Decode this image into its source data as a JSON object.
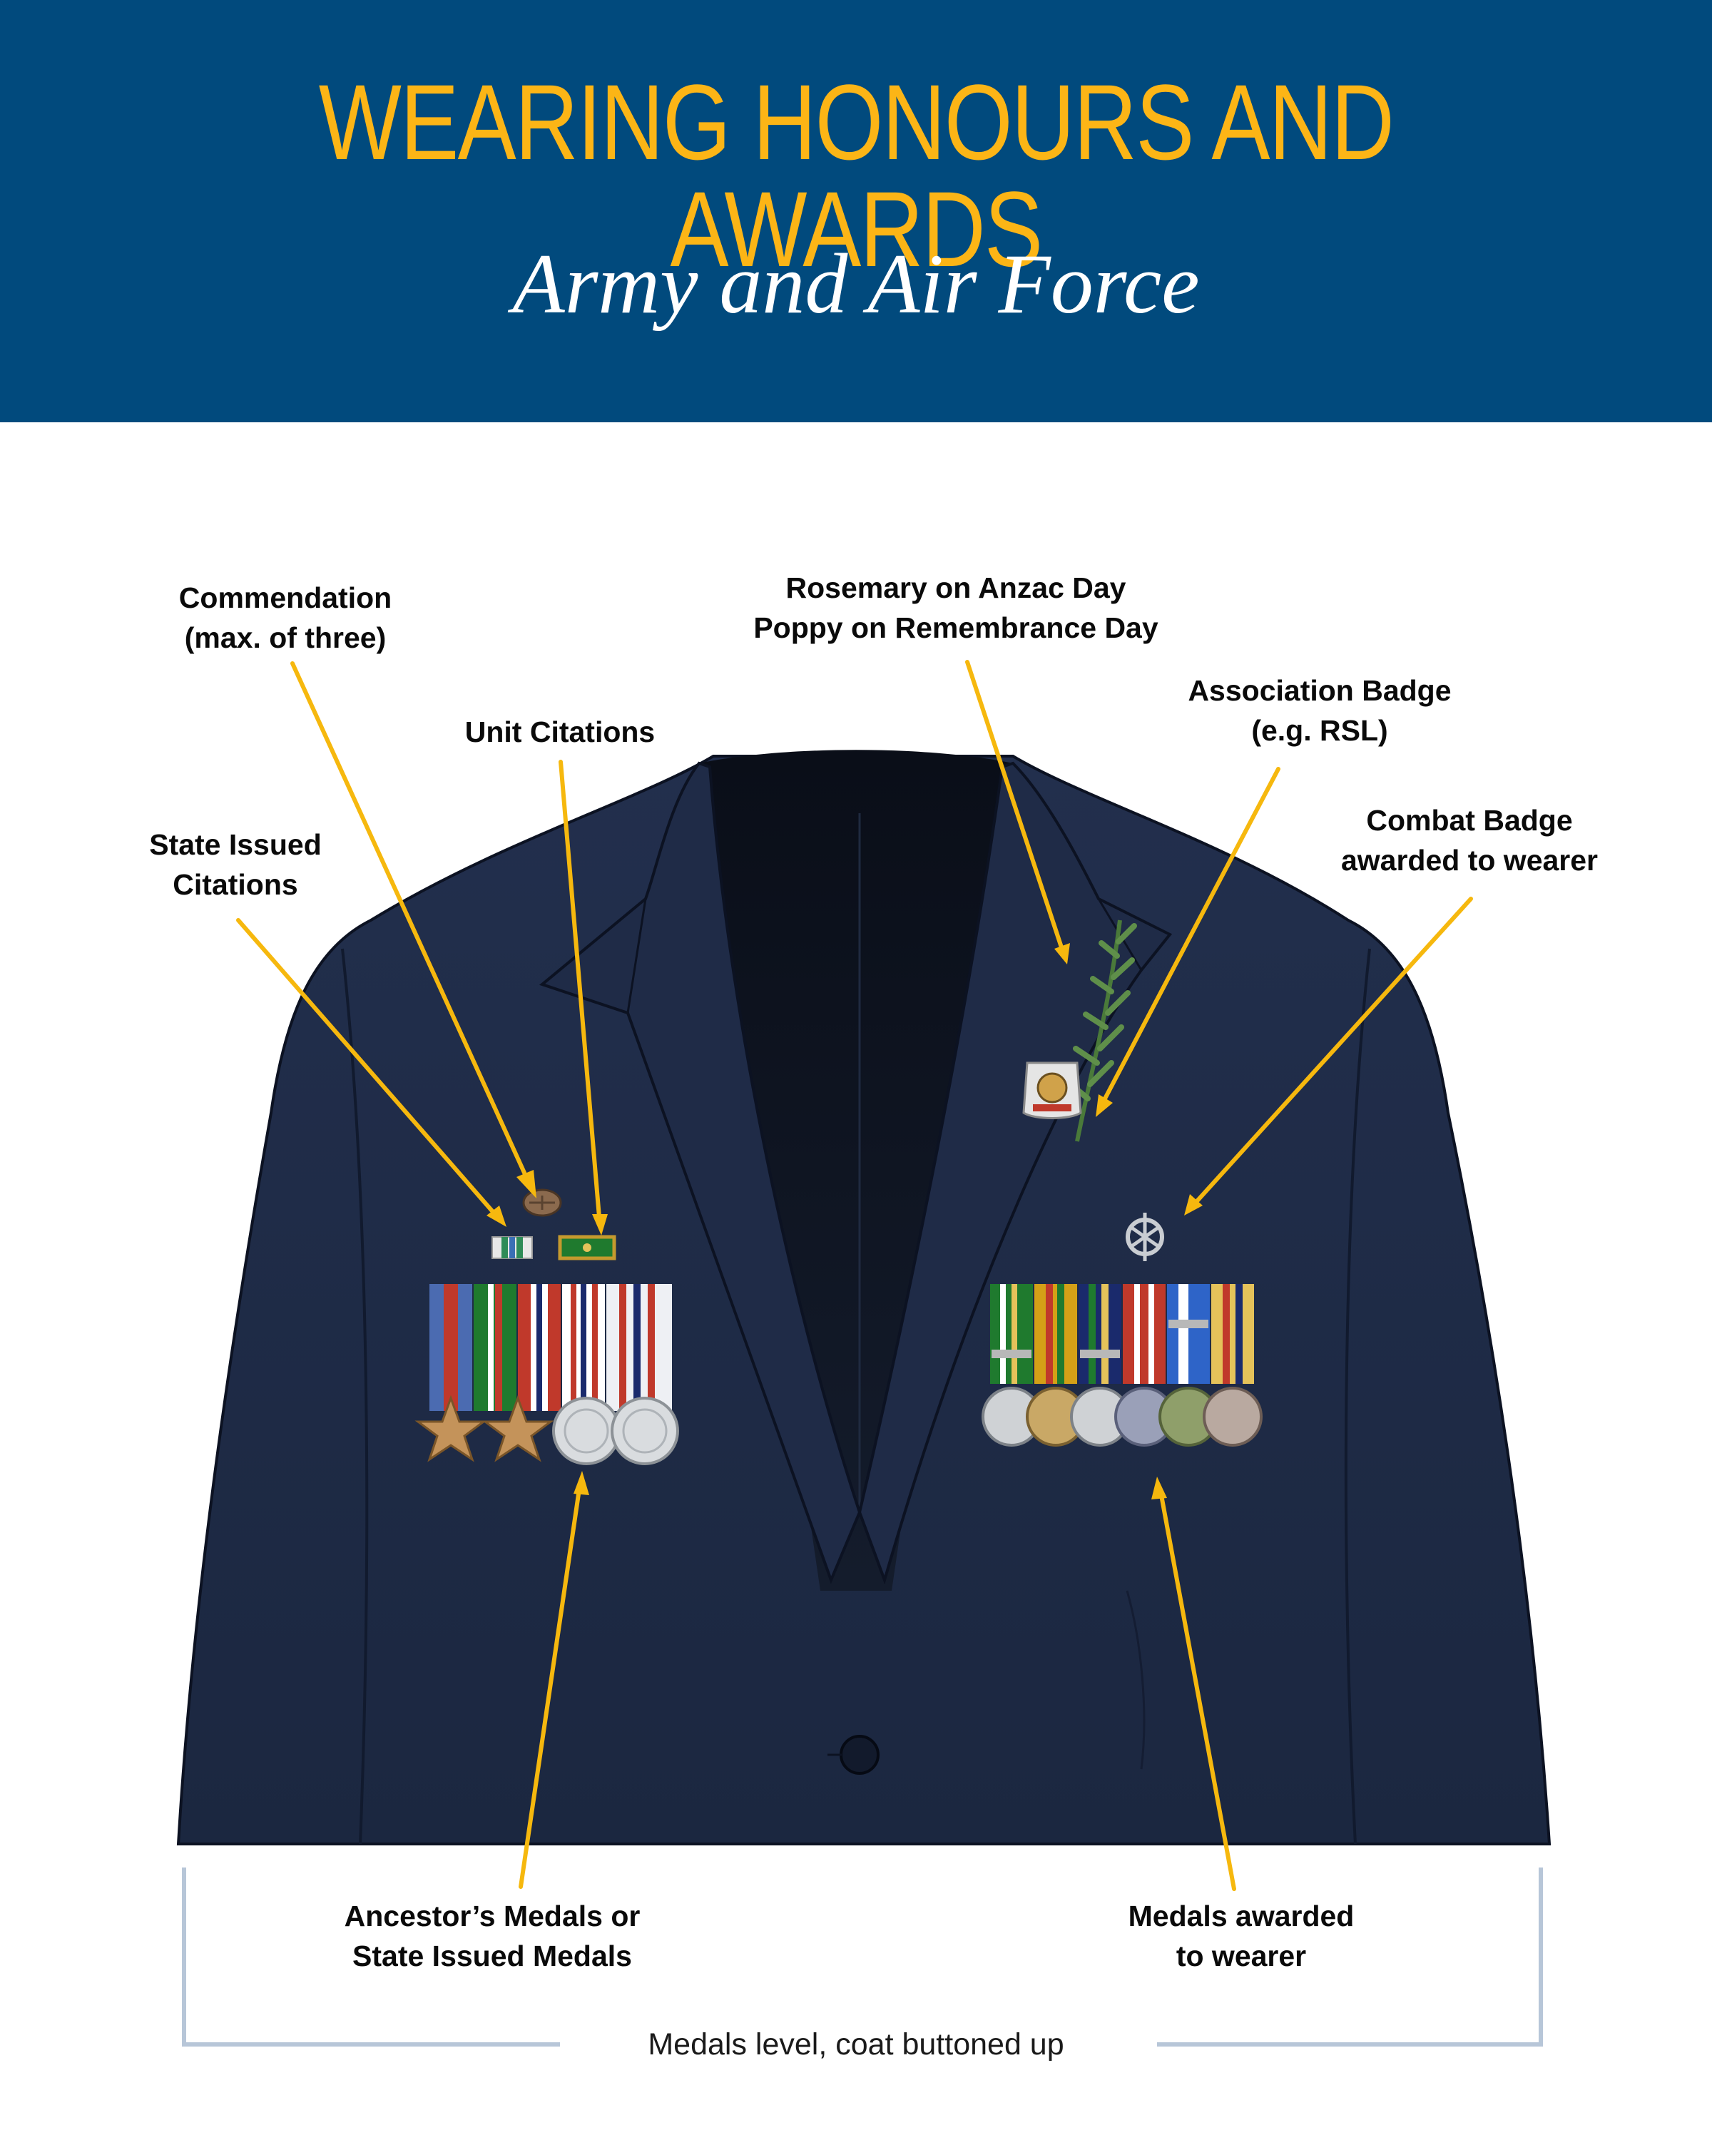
{
  "header": {
    "title": "WEARING HONOURS AND AWARDS",
    "subtitle": "Army and Air Force",
    "background_color": "#014a7d",
    "title_color": "#fcb516"
  },
  "labels": {
    "commendation": [
      "Commendation",
      "(max. of three)"
    ],
    "unit_citations": [
      "Unit Citations"
    ],
    "state_citations": [
      "State Issued",
      "Citations"
    ],
    "rosemary": [
      "Rosemary on Anzac Day",
      "Poppy on Remembrance Day"
    ],
    "association_badge": [
      "Association Badge",
      "(e.g. RSL)"
    ],
    "combat_badge": [
      "Combat Badge",
      "awarded to wearer"
    ],
    "ancestor_medals": [
      "Ancestor’s Medals or",
      "State Issued Medals"
    ],
    "wearer_medals": [
      "Medals awarded",
      "to wearer"
    ]
  },
  "footnote": "Medals level, coat buttoned up",
  "colors": {
    "arrow": "#f6b80e",
    "jacket": "#1d2a45",
    "bracket": "#b7c6d8"
  },
  "icons": {
    "jacket": "blazer-illustration",
    "rosemary": "rosemary-sprig-icon",
    "rsl_badge": "rsl-badge-icon",
    "combat_badge": "combat-badge-icon"
  }
}
